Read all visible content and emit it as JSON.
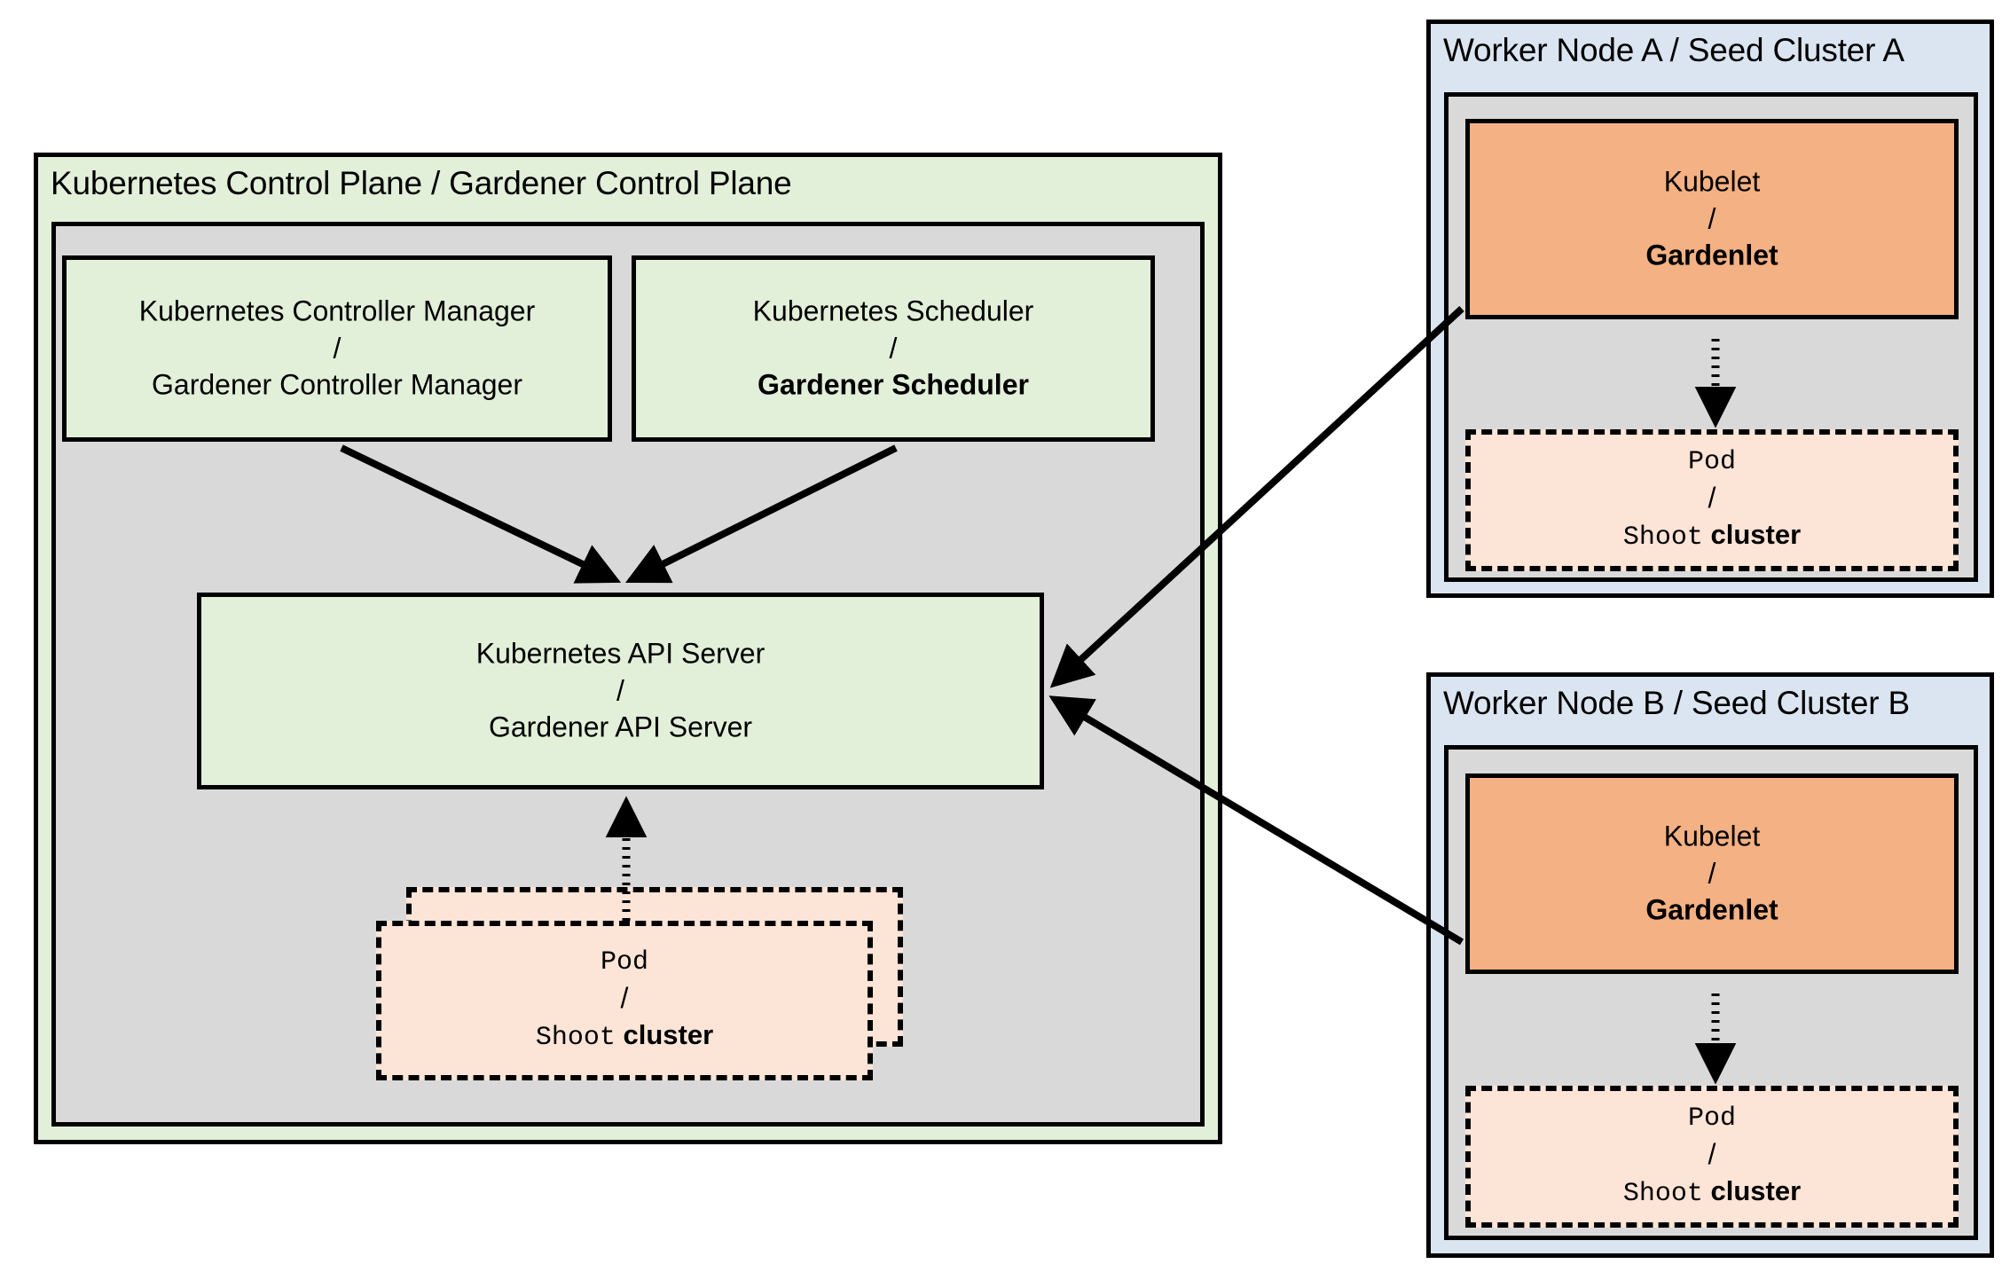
{
  "control_plane": {
    "title": "Kubernetes Control Plane / Gardener Control Plane",
    "fill": "#e2efd9",
    "inner_fill": "#d9d9d9",
    "controller_manager": {
      "line1": "Kubernetes Controller Manager",
      "separator": "/",
      "line2": "Gardener Controller Manager",
      "fill": "#e2efd9"
    },
    "scheduler": {
      "line1": "Kubernetes Scheduler",
      "separator": "/",
      "line2": "Gardener Scheduler",
      "fill": "#e2efd9"
    },
    "api_server": {
      "line1": "Kubernetes API Server",
      "separator": "/",
      "line2": "Gardener API Server",
      "fill": "#e2efd9"
    },
    "pod": {
      "line1": "Pod",
      "separator": "/",
      "line2_mono": "Shoot",
      "line2_bold": "cluster",
      "fill": "#fce4d6"
    }
  },
  "worker_node_a": {
    "title": "Worker Node A / Seed Cluster A",
    "fill": "#dbe5f1",
    "inner_fill": "#d9d9d9",
    "kubelet": {
      "line1": "Kubelet",
      "separator": "/",
      "line2": "Gardenlet",
      "fill": "#f4b183"
    },
    "pod": {
      "line1": "Pod",
      "separator": "/",
      "line2_mono": "Shoot",
      "line2_bold": "cluster",
      "fill": "#fce4d6"
    }
  },
  "worker_node_b": {
    "title": "Worker Node B / Seed Cluster B",
    "fill": "#dbe5f1",
    "inner_fill": "#d9d9d9",
    "kubelet": {
      "line1": "Kubelet",
      "separator": "/",
      "line2": "Gardenlet",
      "fill": "#f4b183"
    },
    "pod": {
      "line1": "Pod",
      "separator": "/",
      "line2_mono": "Shoot",
      "line2_bold": "cluster",
      "fill": "#fce4d6"
    }
  },
  "connections": [
    {
      "name": "controller-manager-to-api-server",
      "style": "solid"
    },
    {
      "name": "scheduler-to-api-server",
      "style": "solid"
    },
    {
      "name": "control-plane-pod-to-api-server",
      "style": "dotted"
    },
    {
      "name": "gardenlet-a-to-api-server",
      "style": "solid"
    },
    {
      "name": "gardenlet-b-to-api-server",
      "style": "solid"
    },
    {
      "name": "gardenlet-a-to-pod-a",
      "style": "dotted"
    },
    {
      "name": "gardenlet-b-to-pod-b",
      "style": "dotted"
    }
  ]
}
